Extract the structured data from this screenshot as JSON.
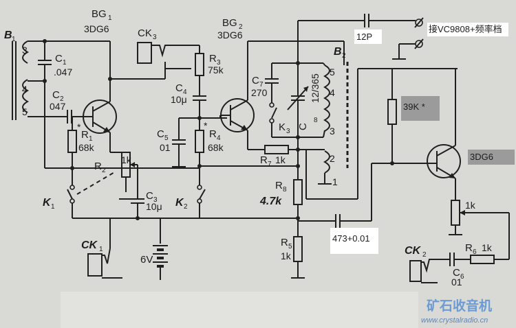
{
  "labels": {
    "b1": "B",
    "b1_sub": "1",
    "b1_tap3": "3",
    "b1_tap4": "4",
    "b1_tap5": "5",
    "bg1": "BG",
    "bg1_sub": "1",
    "bg1_type": "3DG6",
    "bg2": "BG",
    "bg2_sub": "2",
    "bg2_type": "3DG6",
    "ck3": "CK",
    "ck3_sub": "3",
    "ck1": "CK",
    "ck1_sub": "1",
    "ck2": "CK",
    "ck2_sub": "2",
    "c1": "C",
    "c1_sub": "1",
    "c1_val": ".047",
    "c2": "C",
    "c2_sub": "2",
    "c2_val": "047",
    "r1": "R",
    "r1_sub": "1",
    "r1_val": "68k",
    "r2": "R",
    "r2_sub": "2",
    "r2_val": "1k",
    "r3": "R",
    "r3_sub": "3",
    "r3_val": "75k",
    "c4": "C",
    "c4_sub": "4",
    "c4_val": "10μ",
    "c5": "C",
    "c5_sub": "5",
    "c5_val": "01",
    "r4": "R",
    "r4_sub": "4",
    "r4_val": "68k",
    "c3": "C",
    "c3_sub": "3",
    "c3_val": "10μ",
    "k1": "K",
    "k1_sub": "1",
    "k2": "K",
    "k2_sub": "2",
    "k3": "K",
    "k3_sub": "3",
    "c7": "C",
    "c7_sub": "7",
    "c7_val": "270",
    "c8": "C",
    "c8_sub": "8",
    "c8_val": "12/365",
    "r7": "R",
    "r7_sub": "7",
    "r7_val": "1k",
    "r8": "R",
    "r8_sub": "8",
    "r8_val": "4.7k",
    "r5": "R",
    "r5_sub": "5",
    "r5_val": "1k",
    "b2": "B",
    "b2_sub": "2",
    "b2_tap1": "1",
    "b2_tap2": "2",
    "b2_tap3": "3",
    "b2_tap4": "4",
    "b2_tap5": "5",
    "battery": "6V",
    "star": "*"
  },
  "added": {
    "cap_12p": "12P",
    "connect_note": "接VC9808+频率档",
    "res_39k": "39K *",
    "transistor": "3DG6",
    "pot_1k": "1k",
    "cap_473": "473+0.01",
    "r6": "R",
    "r6_sub": "6",
    "r6_val": "1k",
    "c6": "C",
    "c6_sub": "6",
    "c6_val": "01",
    "ck_right": "CK",
    "ck_right_sub": "2"
  },
  "watermark": {
    "brand": "矿石收音机",
    "url": "www.crystalradio.cn"
  },
  "colors": {
    "paper": "#d9dad6",
    "ink": "#1f1f1f",
    "patch_white": "#ffffff",
    "patch_gray": "#9b9b9b",
    "watermark": "#6a9bd6"
  }
}
